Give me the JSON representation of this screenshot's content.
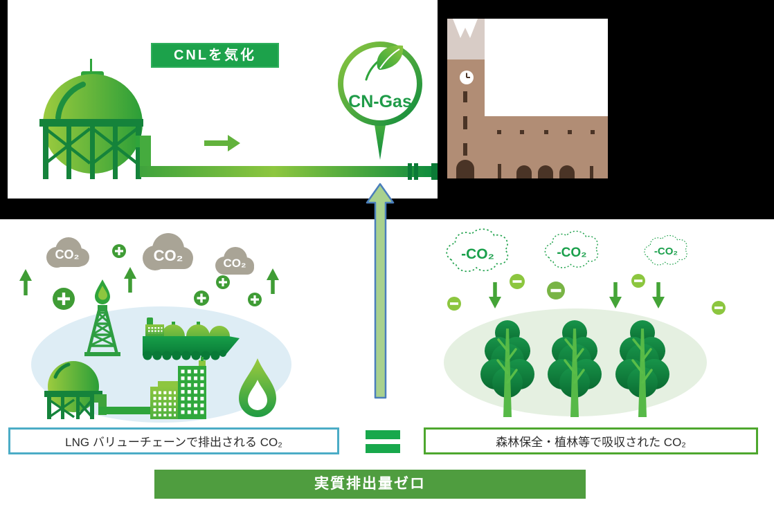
{
  "diagram": {
    "top": {
      "process_label": "CNLを気化",
      "gas_badge_label": "CN-Gas"
    },
    "emissions": {
      "clouds": [
        "CO₂",
        "CO₂",
        "CO₂"
      ],
      "summary_label": "LNG バリューチェーンで排出される CO₂"
    },
    "absorption": {
      "clouds": [
        "-CO₂",
        "-CO₂",
        "-CO₂"
      ],
      "summary_label": "森林保全・植林等で吸収された CO₂"
    },
    "equation": {
      "result_label": "実質排出量ゼロ"
    }
  },
  "icons": {
    "gas-holder-tank-icon": "spherical gas holder",
    "pipe-icon": "gas pipeline",
    "right-arrow-icon": "→",
    "cn-gas-pin-icon": "map pin with leaf",
    "leaf-icon": "leaf",
    "building-icon": "clock tower building",
    "clock-icon": "clock",
    "vaporize-up-arrow-icon": "↑",
    "up-arrow-icon": "↑",
    "down-arrow-icon": "↓",
    "plus-icon": "+",
    "minus-icon": "−",
    "co2-cloud-icon": "gray cloud",
    "dotted-cloud-icon": "dotted cloud",
    "oil-derrick-icon": "drilling rig",
    "flame-icon": "gas flame",
    "lng-ship-icon": "LNG carrier ship",
    "city-buildings-icon": "buildings",
    "gas-drop-icon": "gas drop",
    "tree-icon": "tree",
    "equals-icon": "="
  },
  "colors": {
    "green_dark": "#0f8c3e",
    "green_mid": "#2fa43b",
    "green_light": "#8dc63f",
    "label_green": "#1ca24b",
    "equals_green": "#18a84c",
    "bar_green": "#4f9d3f",
    "box_border_blue": "#4bacc6",
    "box_border_green": "#4ea72e",
    "cloud_gray": "#a9a496",
    "minus_green": "#8cc63f",
    "big_arrow_fill": "#a9d18e",
    "big_arrow_border": "#4a7ebb",
    "ellipse_blue": "#deedf5",
    "ellipse_green": "#e5f0e1",
    "tree_trunk_green": "#56b947",
    "building_brown": "#b18d75",
    "building_dark_brown": "#4a3426",
    "building_crown": "#d8ccc6"
  }
}
